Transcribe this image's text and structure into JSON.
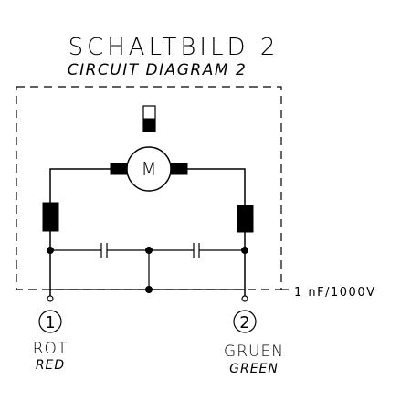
{
  "diagram": {
    "title": "SCHALTBILD 2",
    "subtitle": "CIRCUIT DIAGRAM 2",
    "motor_label": "M",
    "capacitor_note": "1 nF/1000V",
    "terminals": [
      {
        "number": "1",
        "label": "ROT",
        "label_en": "RED"
      },
      {
        "number": "2",
        "label": "GRUEN",
        "label_en": "GREEN"
      }
    ]
  }
}
